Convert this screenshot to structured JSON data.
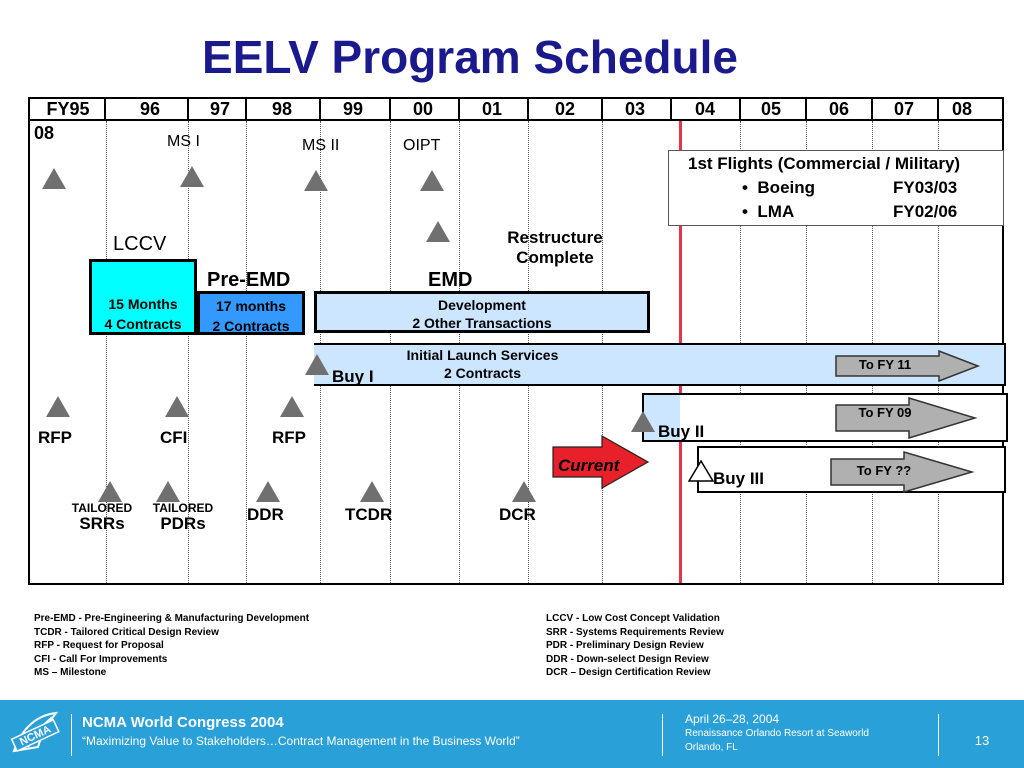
{
  "title": "EELV Program Schedule",
  "years": [
    "FY95",
    "96",
    "97",
    "98",
    "99",
    "00",
    "01",
    "02",
    "03",
    "04",
    "05",
    "06",
    "07",
    "08"
  ],
  "year_start_label": "08",
  "milestones_top": {
    "ms1": "MS I",
    "ms2": "MS II",
    "oipt": "OIPT",
    "restructure": [
      "Restructure",
      "Complete"
    ]
  },
  "first_flights": {
    "heading": "1st Flights (Commercial / Military)",
    "items": [
      {
        "name": "Boeing",
        "date": "FY03/03"
      },
      {
        "name": "LMA",
        "date": "FY02/06"
      }
    ]
  },
  "phases": {
    "lccv": {
      "label": "LCCV",
      "line1": "15 Months",
      "line2": "4 Contracts"
    },
    "pre_emd": {
      "label": "Pre-EMD",
      "line1": "17 months",
      "line2": "2 Contracts"
    },
    "emd": {
      "label": "EMD",
      "line1": "Development",
      "line2": "2 Other Transactions"
    }
  },
  "launch": {
    "line1": "Initial Launch Services",
    "line2": "2 Contracts",
    "buy1": "Buy I",
    "buy1_arrow": "To FY 11",
    "buy2": "Buy II",
    "buy2_arrow": "To FY 09",
    "buy3": "Buy III",
    "buy3_arrow": "To FY ??",
    "current": "Current"
  },
  "mid_milestones": {
    "rfp1": "RFP",
    "cfi": "CFI",
    "rfp2": "RFP"
  },
  "bottom_milestones": {
    "tailored1": "TAILORED",
    "srrs": "SRRs",
    "tailored2": "TAILORED",
    "pdrs": "PDRs",
    "ddr": "DDR",
    "tcdr": "TCDR",
    "dcr": "DCR"
  },
  "legend_left": [
    "Pre-EMD - Pre-Engineering & Manufacturing Development",
    "TCDR - Tailored Critical Design Review",
    "RFP - Request for Proposal",
    "CFI - Call For Improvements",
    "MS – Milestone"
  ],
  "legend_right": [
    "LCCV - Low Cost Concept Validation",
    "SRR - Systems Requirements Review",
    "PDR - Preliminary Design Review",
    "DDR - Down-select Design Review",
    "DCR – Design Certification Review"
  ],
  "footer": {
    "logo_text": "NCMA",
    "event": "NCMA World Congress 2004",
    "tagline": "“Maximizing Value to Stakeholders…Contract Management in the Business World”",
    "dates": "April 26–28, 2004",
    "venue": "Renaissance Orlando Resort at Seaworld",
    "city": "Orlando, FL",
    "page": "13"
  },
  "colors": {
    "title": "#1a1a8c",
    "lccv_fill": "#00ffff",
    "pre_emd_fill": "#3399ff",
    "emd_fill": "#cce6ff",
    "launch_fill": "#cce6ff",
    "current_line": "#e8344a",
    "current_arrow": "#e8202a",
    "milestone": "#707070",
    "footer_bg": "#2aa0d8"
  }
}
